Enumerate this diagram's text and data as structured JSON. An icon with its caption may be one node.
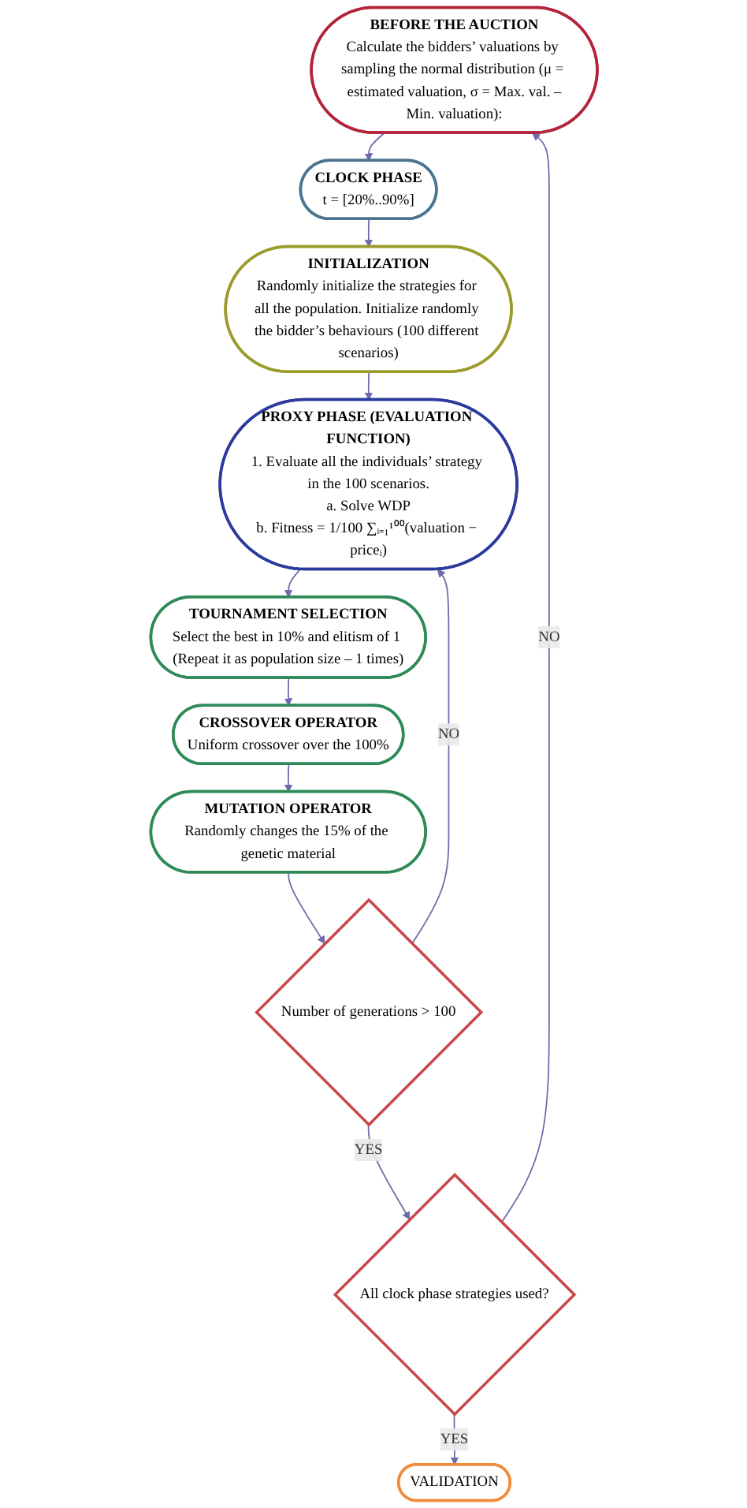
{
  "diagram": {
    "nodes": [
      {
        "text": [
          "BEFORE THE AUCTION",
          "Calculate the bidders’ valuations by sampling the normal distribution (μ = estimated valuation, σ = Max. val. –Min. valuation):"
        ]
      },
      {
        "text": [
          "CLOCK PHASE",
          "t = [20%..90%]"
        ]
      },
      {
        "text": [
          "INITIALIZATION",
          "Randomly initialize the strategies for all the population. Initialize randomly the bidder’s behaviours (100 different scenarios)"
        ]
      },
      {
        "text": [
          "PROXY PHASE (EVALUATION FUNCTION)",
          "1. Evaluate all the individuals’ strategy in the 100 scenarios.",
          "a. Solve WDP",
          "b. Fitness = 1/100 ∑ᵢ₌₁¹⁰⁰(valuation − priceᵢ)"
        ]
      },
      {
        "text": [
          "TOURNAMENT SELECTION",
          "Select the best in 10% and elitism of 1 (Repeat it as population size – 1 times)"
        ]
      },
      {
        "text": [
          "CROSSOVER OPERATOR",
          "Uniform crossover over the 100%"
        ]
      },
      {
        "text": [
          "MUTATION OPERATOR",
          "Randomly changes the 15% of the genetic material"
        ]
      },
      {
        "text": [
          "Number of generations > 100"
        ]
      },
      {
        "text": [
          "All clock phase strategies used?"
        ]
      },
      {
        "text": [
          "VALIDATION"
        ]
      }
    ],
    "edges": [
      {
        "from": 0,
        "to": 1,
        "arrow": "to"
      },
      {
        "from": 1,
        "to": 2,
        "arrow": "to"
      },
      {
        "from": 2,
        "to": 3,
        "arrow": "to"
      },
      {
        "from": 3,
        "to": 4,
        "arrow": "to"
      },
      {
        "from": 4,
        "to": 5,
        "arrow": "to"
      },
      {
        "from": 5,
        "to": 6,
        "arrow": "to"
      },
      {
        "from": 6,
        "to": 7,
        "arrow": "to"
      },
      {
        "from": 7,
        "to": 3,
        "arrow": "to",
        "label": "NO"
      },
      {
        "from": 7,
        "to": 8,
        "arrow": "to",
        "label": "YES"
      },
      {
        "from": 8,
        "to": 0,
        "arrow": "to",
        "label": "NO"
      },
      {
        "from": 8,
        "to": 9,
        "arrow": "to",
        "label": "YES"
      }
    ]
  }
}
